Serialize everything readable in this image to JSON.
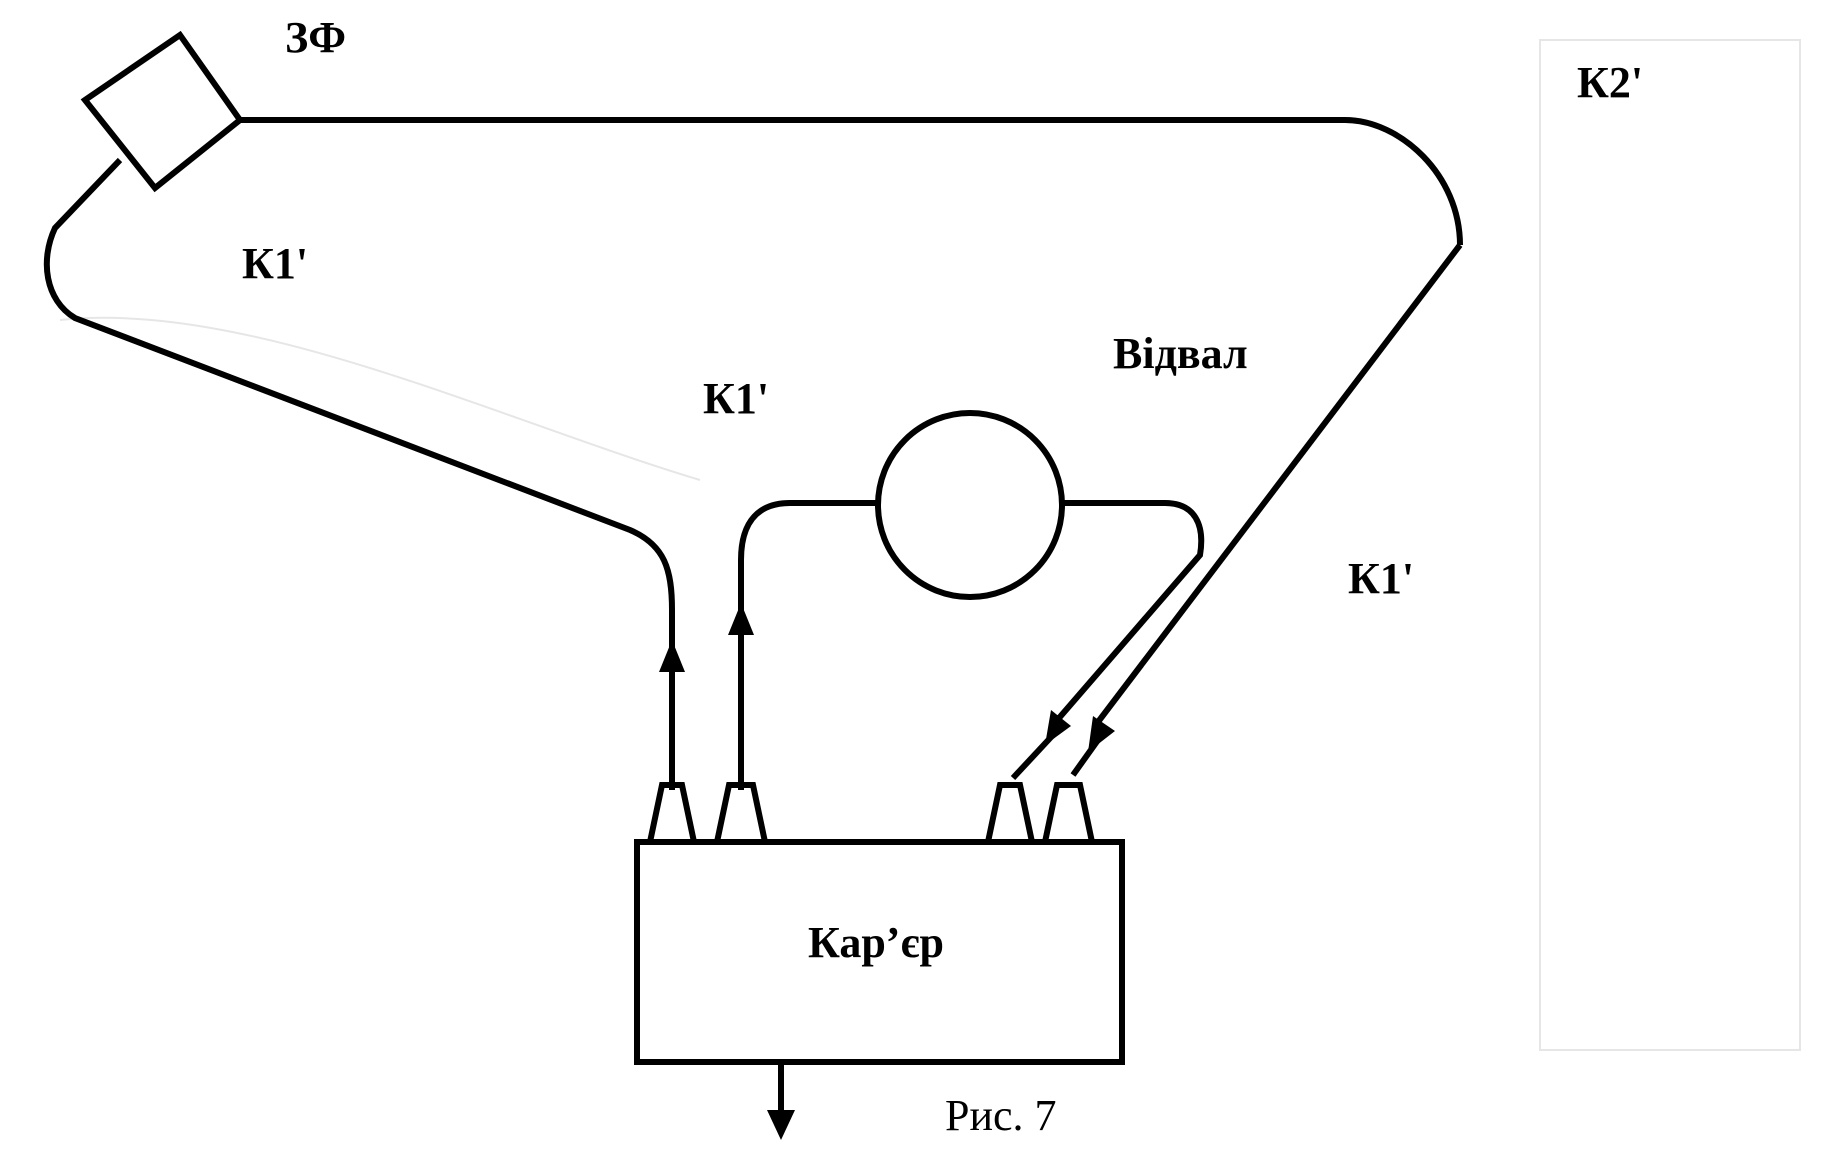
{
  "labels": {
    "plant": "ЗФ",
    "route_k2": "К2'",
    "route_k1_left": "К1'",
    "route_k1_middle": "К1'",
    "route_k1_right": "К1'",
    "dump": "Відвал",
    "quarry": "Кар’єр"
  },
  "caption": "Рис. 7",
  "colors": {
    "ink": "#000000",
    "paper": "#ffffff"
  }
}
